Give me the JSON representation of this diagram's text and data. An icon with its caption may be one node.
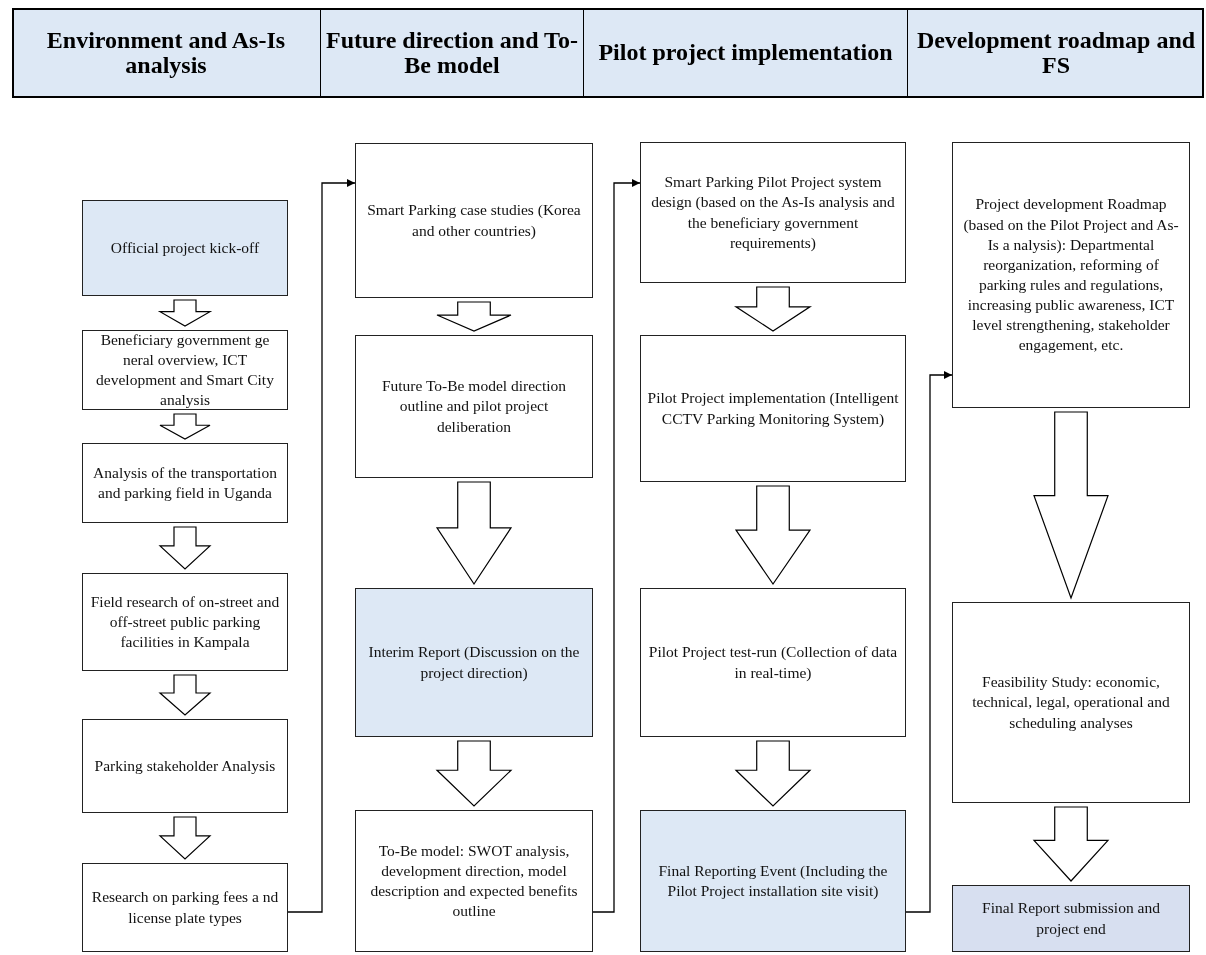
{
  "diagram": {
    "nodes": [
      {
        "text": [
          "Environment and As-Is analysis"
        ]
      },
      {
        "text": [
          "Future direction and To-Be model"
        ]
      },
      {
        "text": [
          "Pilot project implementation"
        ]
      },
      {
        "text": [
          "Development roadmap and FS"
        ]
      },
      {
        "text": [
          "Official project kick-off"
        ]
      },
      {
        "text": [
          "Beneficiary government ge neral overview, ICT development and Smart City analysis"
        ]
      },
      {
        "text": [
          "Analysis of the transportation and parking field in Uganda"
        ]
      },
      {
        "text": [
          "Field research of on-street and off-street public parking facilities in Kampala"
        ]
      },
      {
        "text": [
          "Parking stakeholder Analysis"
        ]
      },
      {
        "text": [
          "Research on parking fees a nd license plate types"
        ]
      },
      {
        "text": [
          "Smart Parking case studies (Korea and other countries)"
        ]
      },
      {
        "text": [
          "Future To-Be model direction outline and pilot project deliberation"
        ]
      },
      {
        "text": [
          "Interim Report (Discussion on the project direction)"
        ]
      },
      {
        "text": [
          "To-Be model: SWOT analysis, development direction, model description and expected benefits outline"
        ]
      },
      {
        "text": [
          "Smart Parking Pilot Project system design (based on the As-Is analysis and the beneficiary government requirements)"
        ]
      },
      {
        "text": [
          "Pilot Project implementation (Intelligent CCTV Parking Monitoring System)"
        ]
      },
      {
        "text": [
          "Pilot Project test-run (Collection of data in real-time)"
        ]
      },
      {
        "text": [
          "Final Reporting Event (Including the Pilot Project installation site visit)"
        ]
      },
      {
        "text": [
          "Project development Roadmap (based on the Pilot Project and As-Is a nalysis): Departmental reorganization, reforming of parking rules and regulations, increasing public awareness, ICT level strengthening, stakeholder engagement, etc."
        ]
      },
      {
        "text": [
          "Feasibility Study: economic, technical, legal, operational and scheduling analyses"
        ]
      },
      {
        "text": [
          "Final Report submission and project end"
        ]
      }
    ],
    "edges": [
      {
        "from": 4,
        "to": 5,
        "arrow": "to",
        "style": "thick"
      },
      {
        "from": 5,
        "to": 6,
        "arrow": "to",
        "style": "thick"
      },
      {
        "from": 6,
        "to": 7,
        "arrow": "to",
        "style": "thick"
      },
      {
        "from": 7,
        "to": 8,
        "arrow": "to",
        "style": "thick"
      },
      {
        "from": 8,
        "to": 9,
        "arrow": "to",
        "style": "thick"
      },
      {
        "from": 9,
        "to": 10,
        "arrow": "to"
      },
      {
        "from": 10,
        "to": 11,
        "arrow": "to",
        "style": "thick"
      },
      {
        "from": 11,
        "to": 12,
        "arrow": "to",
        "style": "thick"
      },
      {
        "from": 12,
        "to": 13,
        "arrow": "to",
        "style": "thick"
      },
      {
        "from": 13,
        "to": 14,
        "arrow": "to"
      },
      {
        "from": 14,
        "to": 15,
        "arrow": "to",
        "style": "thick"
      },
      {
        "from": 15,
        "to": 16,
        "arrow": "to",
        "style": "thick"
      },
      {
        "from": 16,
        "to": 17,
        "arrow": "to",
        "style": "thick"
      },
      {
        "from": 17,
        "to": 18,
        "arrow": "to"
      },
      {
        "from": 18,
        "to": 19,
        "arrow": "to",
        "style": "thick"
      },
      {
        "from": 19,
        "to": 20,
        "arrow": "to",
        "style": "thick"
      }
    ]
  }
}
